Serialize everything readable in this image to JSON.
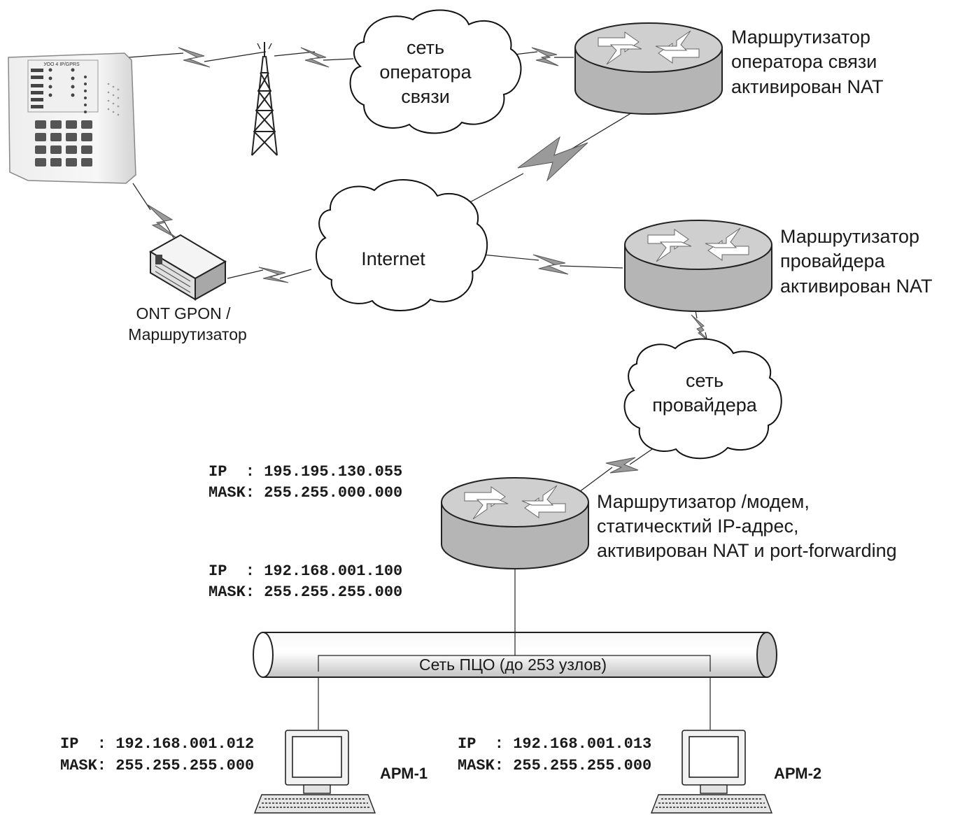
{
  "device": {
    "model_text": "УОО 4 IP/GPRS"
  },
  "clouds": {
    "operator": [
      "сеть",
      "оператора",
      "связи"
    ],
    "internet": "Internet",
    "provider": [
      "сеть",
      "провайдера"
    ]
  },
  "ont": {
    "label": [
      "ONT GPON /",
      "Маршрутизатор"
    ]
  },
  "routers": {
    "operator": [
      "Маршрутизатор",
      "оператора связи",
      "активирован NAT"
    ],
    "provider": [
      "Маршрутизатор",
      "провайдера",
      "активирован NAT"
    ],
    "local": [
      "Маршрутизатор /модем,",
      "статическтий IP-адрес,",
      "активирован NAT и port-forwarding"
    ]
  },
  "addresses": {
    "router_wan": [
      "IP  : 195.195.130.055",
      "MASK: 255.255.000.000"
    ],
    "router_lan": [
      "IP  : 192.168.001.100",
      "MASK: 255.255.255.000"
    ],
    "arm1": [
      "IP  : 192.168.001.012",
      "MASK: 255.255.255.000"
    ],
    "arm2": [
      "IP  : 192.168.001.013",
      "MASK: 255.255.255.000"
    ]
  },
  "lan": {
    "label": "Сеть ПЦО (до 253 узлов)"
  },
  "workstations": {
    "arm1": "АРМ-1",
    "arm2": "АРМ-2"
  }
}
